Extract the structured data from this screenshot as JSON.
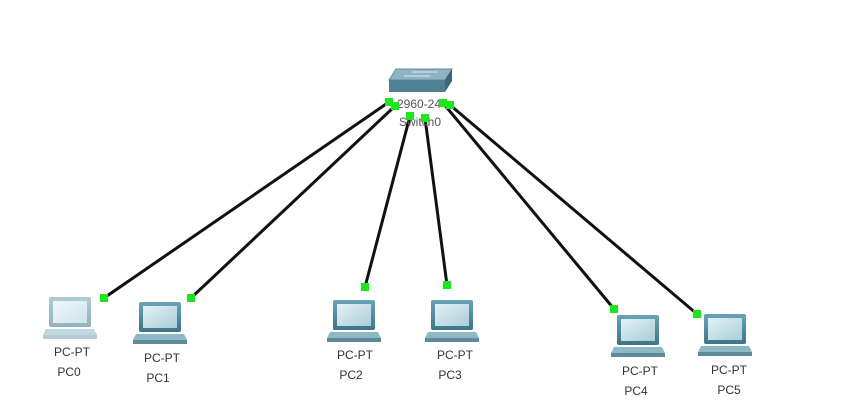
{
  "topology": {
    "switch": {
      "model": "2960-24",
      "name": "Switch0"
    },
    "pcs": [
      {
        "type": "PC-PT",
        "name": "PC0",
        "state": "faded"
      },
      {
        "type": "PC-PT",
        "name": "PC1",
        "state": "normal"
      },
      {
        "type": "PC-PT",
        "name": "PC2",
        "state": "normal"
      },
      {
        "type": "PC-PT",
        "name": "PC3",
        "state": "normal"
      },
      {
        "type": "PC-PT",
        "name": "PC4",
        "state": "normal"
      },
      {
        "type": "PC-PT",
        "name": "PC5",
        "state": "normal"
      }
    ],
    "link_status": "up",
    "colors": {
      "link": "#111111",
      "link_up_port": "#1ee61e",
      "switch_top": "#8fb3c2",
      "switch_front": "#4e7f92",
      "monitor_frame": "#4f8da3",
      "screen": "#c9e2ea"
    }
  }
}
